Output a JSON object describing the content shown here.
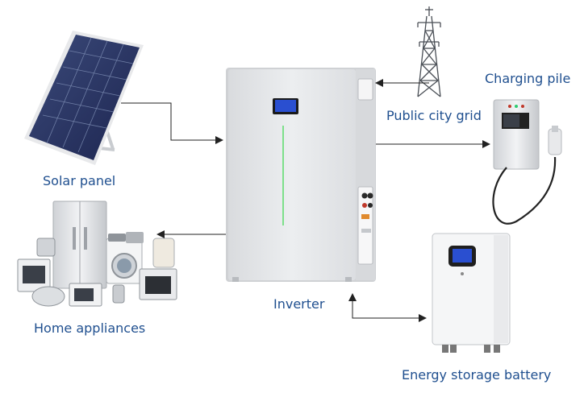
{
  "labels": {
    "solar_panel": "Solar panel",
    "public_city_grid": "Public city grid",
    "charging_pile": "Charging pile",
    "home_appliances": "Home appliances",
    "inverter": "Inverter",
    "energy_storage_battery": "Energy storage battery"
  },
  "colors": {
    "label_text": "#1f4f8f",
    "arrow": "#222222",
    "device_body": "#e9eaec",
    "display_screen": "#2a4fd0",
    "status_led": "#7de08a"
  },
  "icons": {
    "solar_panel": "solar-panel-icon",
    "transmission_tower": "transmission-tower-icon",
    "charging_pile": "ev-charger-icon",
    "home_appliances": "appliances-icon",
    "inverter": "inverter-unit",
    "battery": "battery-cabinet-icon"
  }
}
